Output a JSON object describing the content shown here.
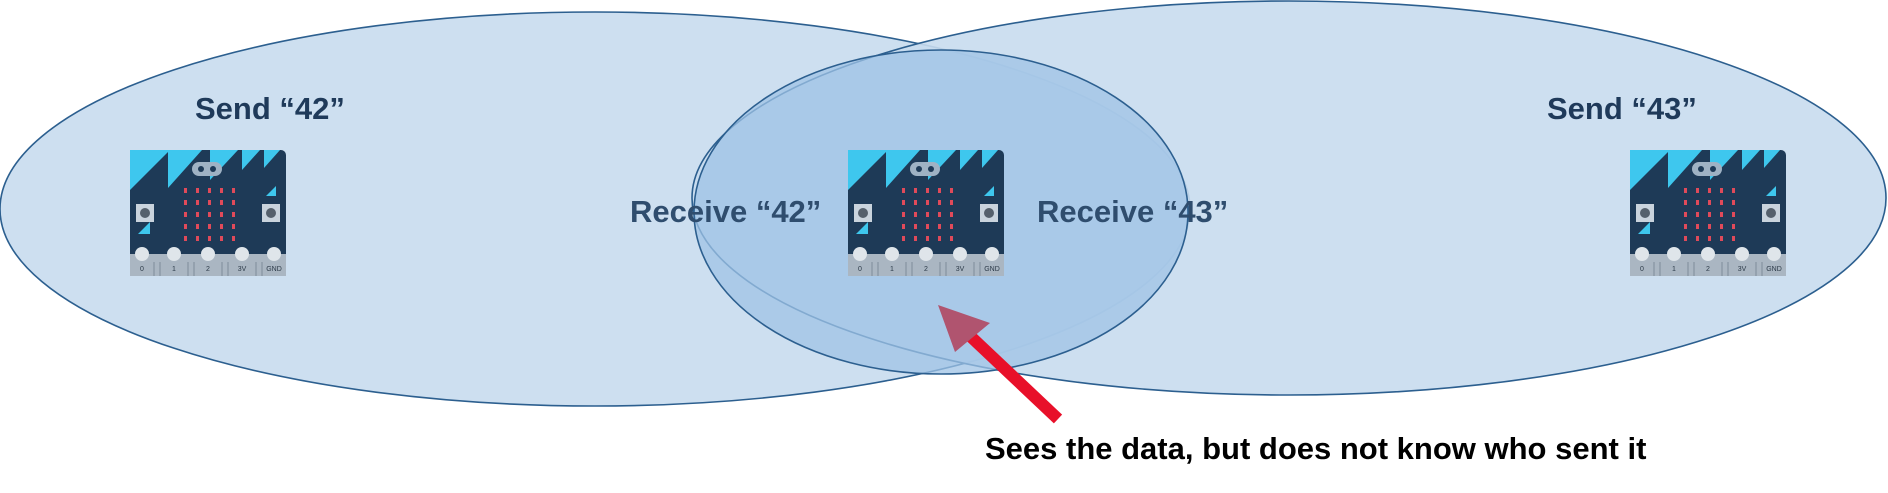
{
  "colors": {
    "ellipse_fill": "#c8dcee",
    "ellipse_stroke": "#2c5f8f",
    "board_dark": "#1e3a57",
    "board_accent": "#3ec7ee",
    "led": "#e04a5a",
    "arrow": "#e8102a",
    "arrow_head": "#b0546f"
  },
  "labels": {
    "send_left": "Send “42”",
    "send_right": "Send “43”",
    "receive_left": "Receive “42”",
    "receive_right": "Receive “43”",
    "note": "Sees the data, but does not know who sent it"
  },
  "board": {
    "pin_labels": [
      "0",
      "1",
      "2",
      "3V",
      "GND"
    ]
  }
}
